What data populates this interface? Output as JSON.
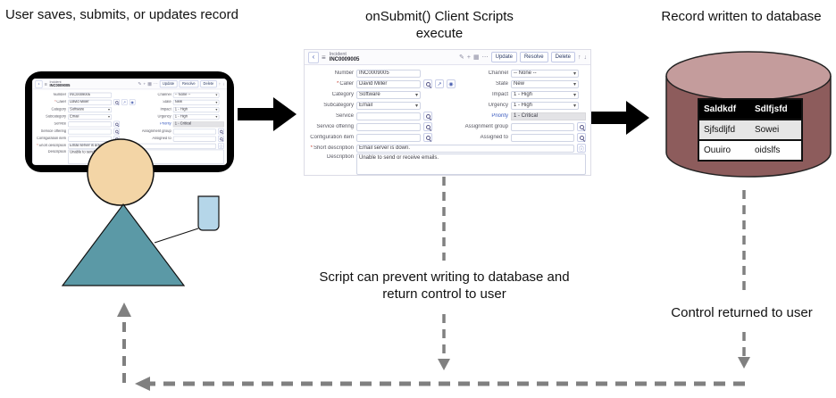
{
  "labels": {
    "left_title": "User saves, submits, or updates record",
    "center_title_line1": "onSubmit() Client Scripts",
    "center_title_line2": "execute",
    "right_title": "Record written to database",
    "script_note_line1": "Script can prevent writing to database and",
    "script_note_line2": "return control to user",
    "control_note": "Control returned to user"
  },
  "icons": {
    "back": "‹",
    "menu": "≡",
    "pencil": "✎",
    "plus": "+",
    "grid": "▦",
    "more": "⋯",
    "up": "↑",
    "down": "↓",
    "caret": "▾",
    "open": "↗",
    "preview": "◉",
    "knowledge": "ⓘ"
  },
  "form": {
    "title_type": "Incident",
    "title_id": "INC0009005",
    "buttons": {
      "update": "Update",
      "resolve": "Resolve",
      "delete": "Delete"
    },
    "left": [
      {
        "label": "Number",
        "value": "INC0009005"
      },
      {
        "label": "Caller",
        "value": "David Miller",
        "required": "*"
      },
      {
        "label": "Category",
        "value": "Software"
      },
      {
        "label": "Subcategory",
        "value": "Email"
      },
      {
        "label": "Service",
        "value": ""
      },
      {
        "label": "Service offering",
        "value": ""
      },
      {
        "label": "Configuration item",
        "value": ""
      }
    ],
    "right": [
      {
        "label": "Channel",
        "value": "-- None --"
      },
      {
        "label": "State",
        "value": "New"
      },
      {
        "label": "Impact",
        "value": "1 - High"
      },
      {
        "label": "Urgency",
        "value": "1 - High"
      },
      {
        "label": "Priority",
        "value": "1 - Critical"
      },
      {
        "label": "Assignment group",
        "value": ""
      },
      {
        "label": "Assigned to",
        "value": ""
      }
    ],
    "short_description": {
      "label": "Short description",
      "value": "Email server is down.",
      "required": "*"
    },
    "description": {
      "label": "Description",
      "value": "Unable to send or receive emails."
    }
  },
  "database": {
    "headers": [
      "Saldkdf",
      "Sdlfjsfd"
    ],
    "rows": [
      [
        "Sjfsdljfd",
        "Sowei"
      ],
      [
        "Ouuiro",
        "oidslfs"
      ]
    ]
  },
  "colors": {
    "person_head": "#f3d5a6",
    "person_body": "#5b99a6",
    "device": "#b5d6e9",
    "db_body": "#8d5c5c",
    "db_top": "#c49c9c",
    "connector": "#808080",
    "arrow": "#000000"
  }
}
